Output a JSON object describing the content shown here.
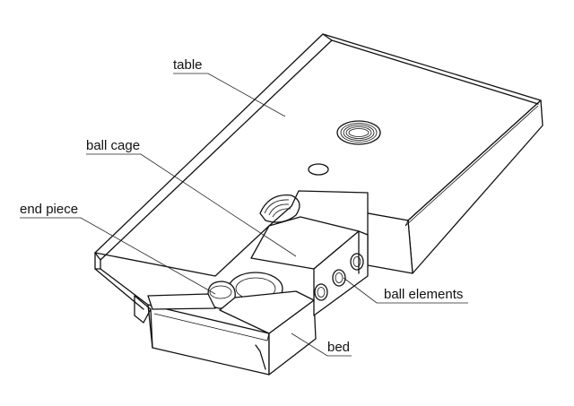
{
  "labels": {
    "table": "table",
    "ball_cage": "ball cage",
    "end_piece": "end piece",
    "ball_elements": "ball elements",
    "bed": "bed"
  },
  "colors": {
    "line": "#111111",
    "background": "#ffffff"
  }
}
